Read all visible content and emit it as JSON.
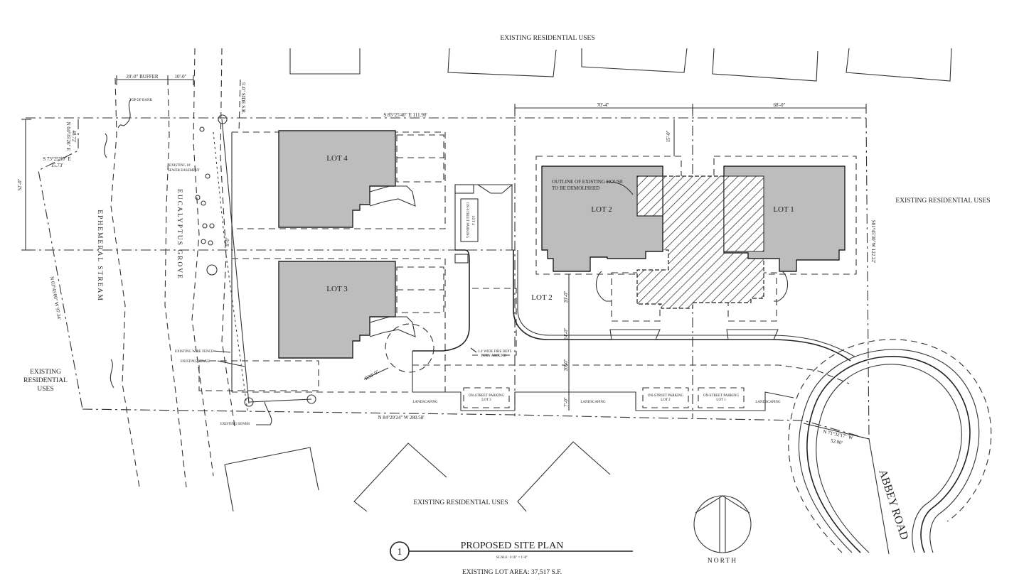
{
  "labels": {
    "existing_top": "EXISTING RESIDENTIAL USES",
    "existing_right": "EXISTING RESIDENTIAL USES",
    "existing_bottom": "EXISTING RESIDENTIAL USES",
    "existing_left_1": "EXISTING",
    "existing_left_2": "RESIDENTIAL",
    "existing_left_3": "USES",
    "stream": "EPHEMERAL STREAM",
    "grove": "EUCALYPTUS GROVE",
    "road": "ABBEY ROAD",
    "north": "NORTH",
    "lot1": "LOT 1",
    "lot2": "LOT 2",
    "lot2_area": "LOT 2",
    "lot3": "LOT 3",
    "lot4": "LOT 4",
    "demolish_1": "OUTLINE OF EXISTING HOUSE",
    "demolish_2": "TO BE DEMOLISHED",
    "top_of_bank": "TOP OF BANK",
    "sewer_easement_1": "EXISTING 10'",
    "sewer_easement_2": "SEWER EASEMENT",
    "wire_fence": "EXISTING WIRE FENCE",
    "existing_sewer_a": "EXISTING SEWER",
    "existing_sewer_b": "EXISTING SEWER",
    "turnaround_1": "3.4' WIDE FIRE DEPT.",
    "turnaround_2": "TURN AROUND",
    "radius": "R30'-0\"",
    "landscaping_1": "LANDSCAPING",
    "landscaping_2": "LANDSCAPING",
    "landscaping_3": "LANDSCAPING",
    "parking_lot3_1": "ON-STREET PARKING",
    "parking_lot3_2": "LOT 3",
    "parking_lot2_1": "ON-STREET PARKING",
    "parking_lot2_2": "LOT 2",
    "parking_lot1_1": "ON-STREET PARKING",
    "parking_lot1_2": "LOT 1",
    "parking_lot4_1": "ON-STREET PARKING",
    "parking_lot4_2": "LOT 4"
  },
  "dimensions": {
    "buffer": "20'-0\" BUFFER",
    "ten_ft": "10'-0\"",
    "side_setback": "5'-0\" SIDE S.B.",
    "north_line": "S 85°25'40\" E   111.90'",
    "south_line": "N 84°29'24\" W   280.58'",
    "left_bearing_1": "N 04°35'20\" E",
    "left_bearing_2": "48.72'",
    "left_bearing_3": "S 73°25'00\" E",
    "left_bearing_4": "15.73'",
    "left_height": "52'-0\"",
    "west_line": "N 03°45'00\" W   97.34'",
    "east_line": "S01°45'30\"W   122.22'",
    "lot2_width": "70'-4\"",
    "lot1_width": "68'-0\"",
    "lot2_setback": "15'-0\"",
    "drive_20": "20'-0\"",
    "drive_24": "24'-0\"",
    "drive_20b": "20'-0\"",
    "drive_7": "7'-0\"",
    "mid_8": "8'-0\"",
    "road_bearing_1": "N 71°32'17\" W",
    "road_bearing_2": "52.00'"
  },
  "title_block": {
    "number": "1",
    "title": "PROPOSED SITE PLAN",
    "scale": "SCALE: 1/16\" = 1'-0\"",
    "area": "EXISTING LOT AREA: 37,517 S.F."
  }
}
